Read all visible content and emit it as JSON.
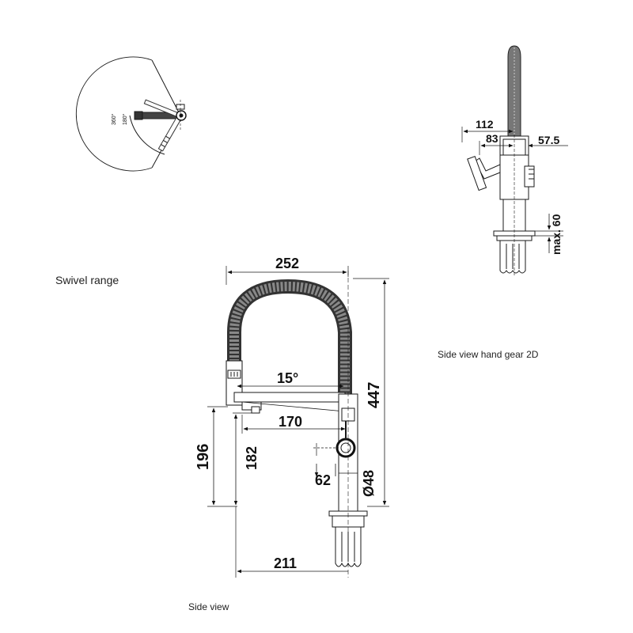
{
  "labels": {
    "swivel_range": "Swivel range",
    "side_view_hand_gear": "Side view hand gear 2D",
    "side_view": "Side view"
  },
  "swivel": {
    "angle_outer": "360°",
    "angle_inner": "180°"
  },
  "side_view_dims": {
    "width_top": "252",
    "angle": "15°",
    "reach": "170",
    "total_height": "447",
    "spout_height": "196",
    "aerator_height": "182",
    "lever_offset": "62",
    "body_diameter": "Ø48",
    "base_width": "211"
  },
  "hand_gear_dims": {
    "d112": "112",
    "d83": "83",
    "d57_5": "57.5",
    "max_60": "max. 60"
  },
  "colors": {
    "line": "#1a1a1a",
    "hose": "#555555"
  }
}
